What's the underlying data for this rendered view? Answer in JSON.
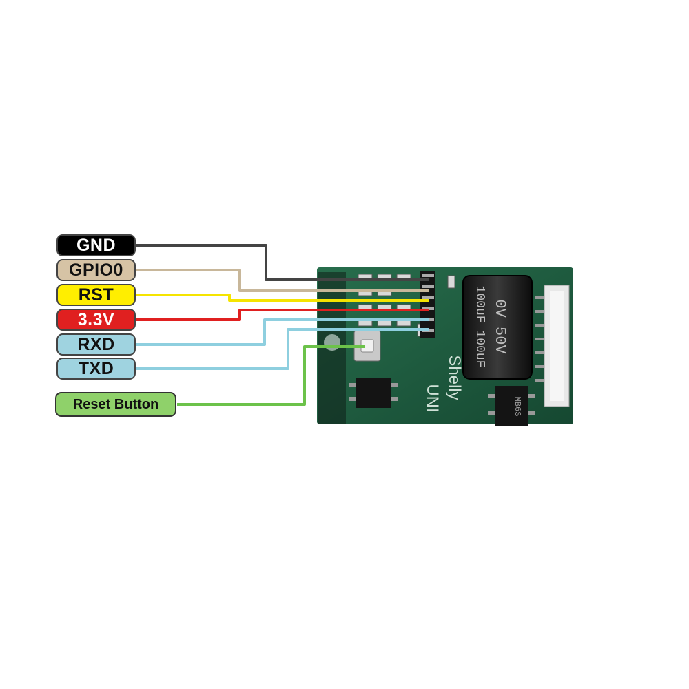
{
  "pins": [
    {
      "id": "gnd",
      "label": "GND",
      "fill": "#000000",
      "text_color": "#ffffff",
      "wire_color": "#444444"
    },
    {
      "id": "gpio0",
      "label": "GPIO0",
      "fill": "#d6c3a5",
      "text_color": "#111111",
      "wire_color": "#c8b79a"
    },
    {
      "id": "rst",
      "label": "RST",
      "fill": "#ffee00",
      "text_color": "#111111",
      "wire_color": "#f5e400"
    },
    {
      "id": "v33",
      "label": "3.3V",
      "fill": "#e02020",
      "text_color": "#ffffff",
      "wire_color": "#e02020"
    },
    {
      "id": "rxd",
      "label": "RXD",
      "fill": "#9fd3e0",
      "text_color": "#111111",
      "wire_color": "#8ecfdf"
    },
    {
      "id": "txd",
      "label": "TXD",
      "fill": "#9fd3e0",
      "text_color": "#111111",
      "wire_color": "#8ecfdf"
    }
  ],
  "reset_button": {
    "label": "Reset Button",
    "fill": "#8fd16a",
    "wire_color": "#6cc24a"
  },
  "board": {
    "pcb_color": "#1f5c40",
    "silkscreen": [
      "Shelly",
      "UNI"
    ],
    "capacitor_text": [
      "0V 50V",
      "100uF 100uF"
    ],
    "chip_text": "MB6S"
  }
}
